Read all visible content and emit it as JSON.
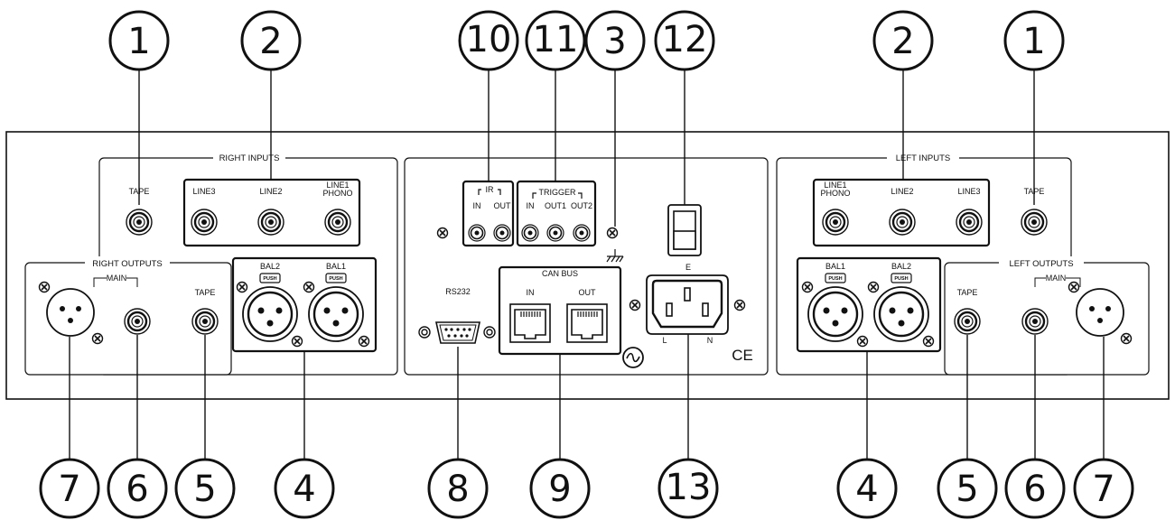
{
  "sections": {
    "right_inputs": "RIGHT INPUTS",
    "left_inputs": "LEFT INPUTS",
    "right_outputs": "RIGHT OUTPUTS",
    "left_outputs": "LEFT OUTPUTS",
    "can_bus": "CAN BUS",
    "ir": "IR",
    "trigger": "TRIGGER"
  },
  "labels": {
    "tape": "TAPE",
    "line3": "LINE3",
    "line2": "LINE2",
    "line1": "LINE1",
    "phono": "PHONO",
    "bal1": "BAL1",
    "bal2": "BAL2",
    "push": "PUSH",
    "main": "MAIN",
    "in": "IN",
    "out": "OUT",
    "out1": "OUT1",
    "out2": "OUT2",
    "rs232": "RS232",
    "earth": "E",
    "live": "L",
    "neutral": "N",
    "ce": "CE"
  },
  "callouts": {
    "top": [
      "1",
      "2",
      "10",
      "11",
      "3",
      "12",
      "2",
      "1"
    ],
    "bottom": [
      "7",
      "6",
      "5",
      "4",
      "8",
      "9",
      "13",
      "4",
      "5",
      "6",
      "7"
    ]
  }
}
